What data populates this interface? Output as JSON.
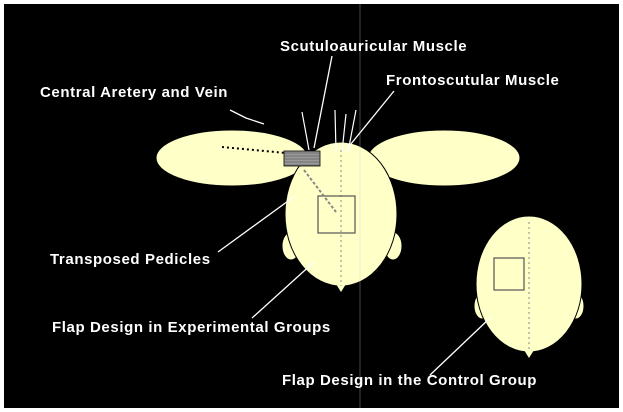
{
  "labels": {
    "scutuloauricular_muscle": "Scutuloauricular Muscle",
    "central_artery_vein": "Central Aretery and Vein",
    "frontoscutular_muscle": "Frontoscutular Muscle",
    "transposed_pedicles": "Transposed Pedicles",
    "flap_design_experimental": "Flap Design in Experimental Groups",
    "flap_design_control": "Flap Design in the Control Group"
  },
  "colors": {
    "background": "#000000",
    "shapes": "#ffffc8",
    "text": "#ffffff",
    "outline": "#000000"
  }
}
